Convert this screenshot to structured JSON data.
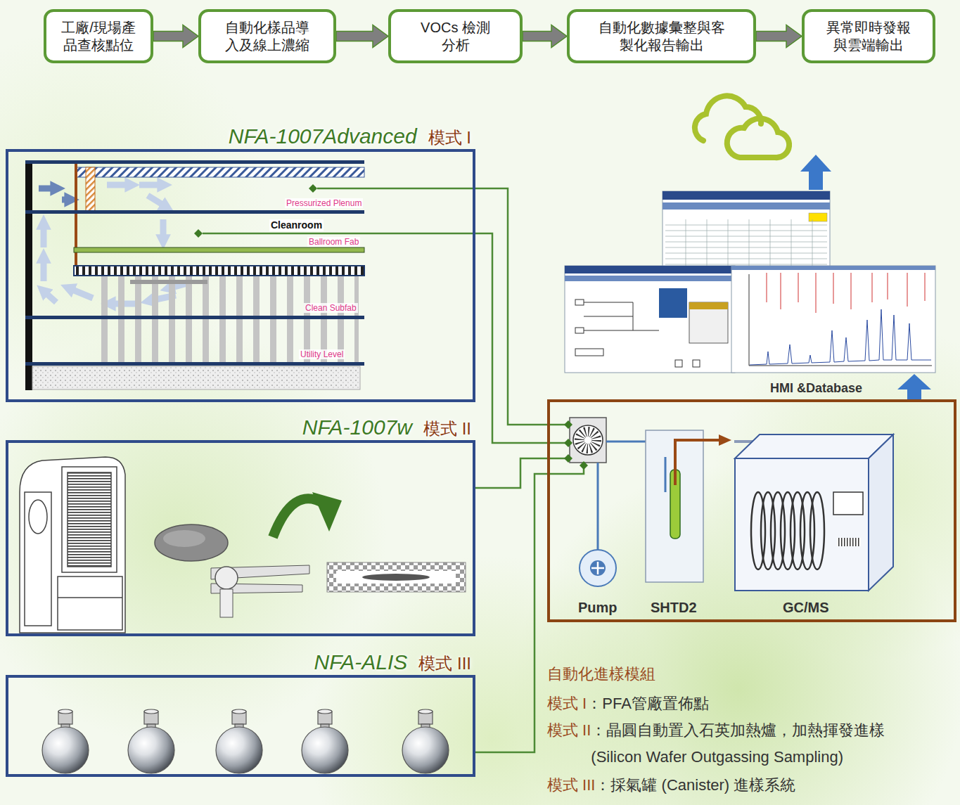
{
  "diagram": {
    "nodes": [
      {
        "text": [
          "工廠/現場產品查核點位"
        ]
      },
      {
        "text": [
          "自動化樣品導入及線上濃縮"
        ]
      },
      {
        "text": [
          "VOCs 檢測分析"
        ]
      },
      {
        "text": [
          "自動化數據彙整與客製化報告輸出"
        ]
      },
      {
        "text": [
          "異常即時發報與雲端輸出"
        ]
      },
      {
        "text": [
          "NFA-1007Advanced",
          "模式 I"
        ]
      },
      {
        "text": [
          "NFA-1007w",
          "模式 II"
        ]
      },
      {
        "text": [
          "NFA-ALIS",
          "模式 III"
        ]
      },
      {
        "text": [
          "HMI &Database"
        ]
      },
      {
        "text": [
          "Pump",
          "SHTD2",
          "GC/MS"
        ]
      }
    ],
    "edges": [
      {
        "from": 0,
        "to": 1,
        "arrow": "to"
      },
      {
        "from": 1,
        "to": 2,
        "arrow": "to"
      },
      {
        "from": 2,
        "to": 3,
        "arrow": "to"
      },
      {
        "from": 3,
        "to": 4,
        "arrow": "to"
      },
      {
        "from": 5,
        "to": 9,
        "arrow": "none"
      },
      {
        "from": 5,
        "to": 9,
        "arrow": "none"
      },
      {
        "from": 6,
        "to": 9,
        "arrow": "none"
      },
      {
        "from": 7,
        "to": 9,
        "arrow": "none"
      },
      {
        "from": 9,
        "to": 8,
        "arrow": "to"
      }
    ],
    "labels": [
      "Pressurized Plenum",
      "Cleanroom",
      "Ballroom Fab",
      "Clean Subfab",
      "Utility Level",
      "自動化進樣模組",
      "模式 I",
      "：PFA管廠置佈點",
      "模式 II",
      "：晶圓自動置入石英加熱爐，加熱揮發進樣 (Silicon Wafer Outgassing Sampling)",
      "模式 III",
      "：採氣罐 (Canister) 進樣系統"
    ]
  }
}
